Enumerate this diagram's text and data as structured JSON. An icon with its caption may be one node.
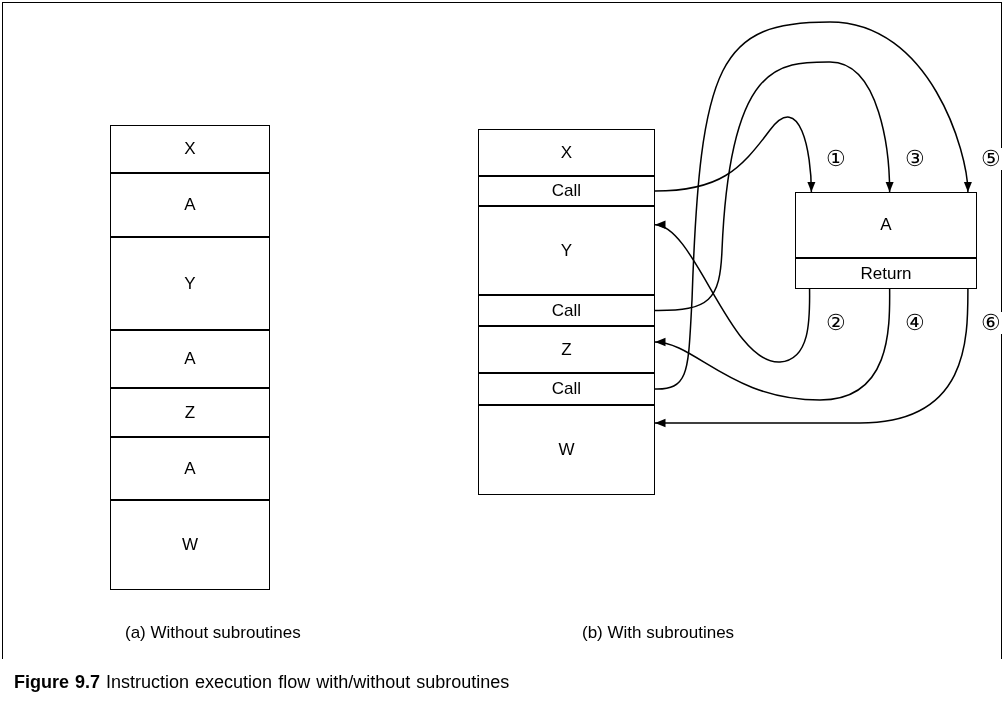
{
  "diagram": {
    "caption": "**Figure 9.7** Instruction execution flow with/without subroutines",
    "nodes": [
      {
        "text": [
          "X"
        ]
      },
      {
        "text": [
          "A"
        ]
      },
      {
        "text": [
          "Y"
        ]
      },
      {
        "text": [
          "A"
        ]
      },
      {
        "text": [
          "Z"
        ]
      },
      {
        "text": [
          "A"
        ]
      },
      {
        "text": [
          "W"
        ]
      },
      {
        "text": [
          "X"
        ]
      },
      {
        "text": [
          "Call"
        ]
      },
      {
        "text": [
          "Y"
        ]
      },
      {
        "text": [
          "Call"
        ]
      },
      {
        "text": [
          "Z"
        ]
      },
      {
        "text": [
          "Call"
        ]
      },
      {
        "text": [
          "W"
        ]
      },
      {
        "text": [
          "A"
        ]
      },
      {
        "text": [
          "Return"
        ]
      }
    ],
    "edges": [
      {
        "from": 8,
        "to": 14,
        "arrow": "to",
        "label": "①"
      },
      {
        "from": 15,
        "to": 9,
        "arrow": "to",
        "label": "②"
      },
      {
        "from": 10,
        "to": 14,
        "arrow": "to",
        "label": "③"
      },
      {
        "from": 15,
        "to": 11,
        "arrow": "to",
        "label": "④"
      },
      {
        "from": 12,
        "to": 14,
        "arrow": "to",
        "label": "⑤"
      },
      {
        "from": 15,
        "to": 13,
        "arrow": "to",
        "label": "⑥"
      }
    ],
    "labels": [
      "(a) Without subroutines",
      "(b) With subroutines"
    ]
  }
}
